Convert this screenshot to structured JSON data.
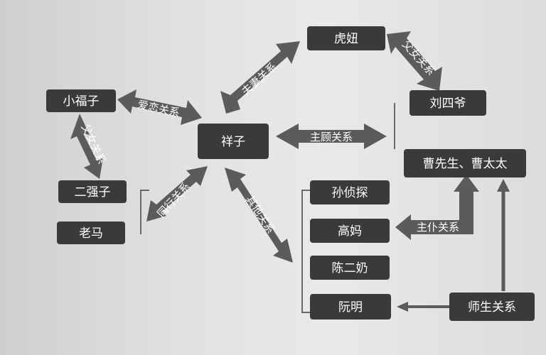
{
  "nodes": {
    "huniu": "虎妞",
    "xiaofuzi": "小福子",
    "liusiye": "刘四爷",
    "xiangzi": "祥子",
    "cao": "曹先生、曹太太",
    "erqiangzi": "二强子",
    "sunzhentan": "孙侦探",
    "laoma": "老马",
    "gaoma": "高妈",
    "chenernai": "陈二奶",
    "ruanming": "阮明",
    "shisheng": "师生关系"
  },
  "relations": {
    "husband_wife": "夫妻关系",
    "father_daughter_top": "父女关系",
    "lovers": "爱恋关系",
    "employer": "主顾关系",
    "father_daughter_left": "父女关系",
    "coworker": "同行关系",
    "other": "其他关系",
    "master_servant": "主仆关系"
  },
  "colors": {
    "node_fill": "#3a3a3a",
    "arrow_fill": "#5b5b5b",
    "line": "#6a6a6a",
    "text": "#ffffff"
  }
}
